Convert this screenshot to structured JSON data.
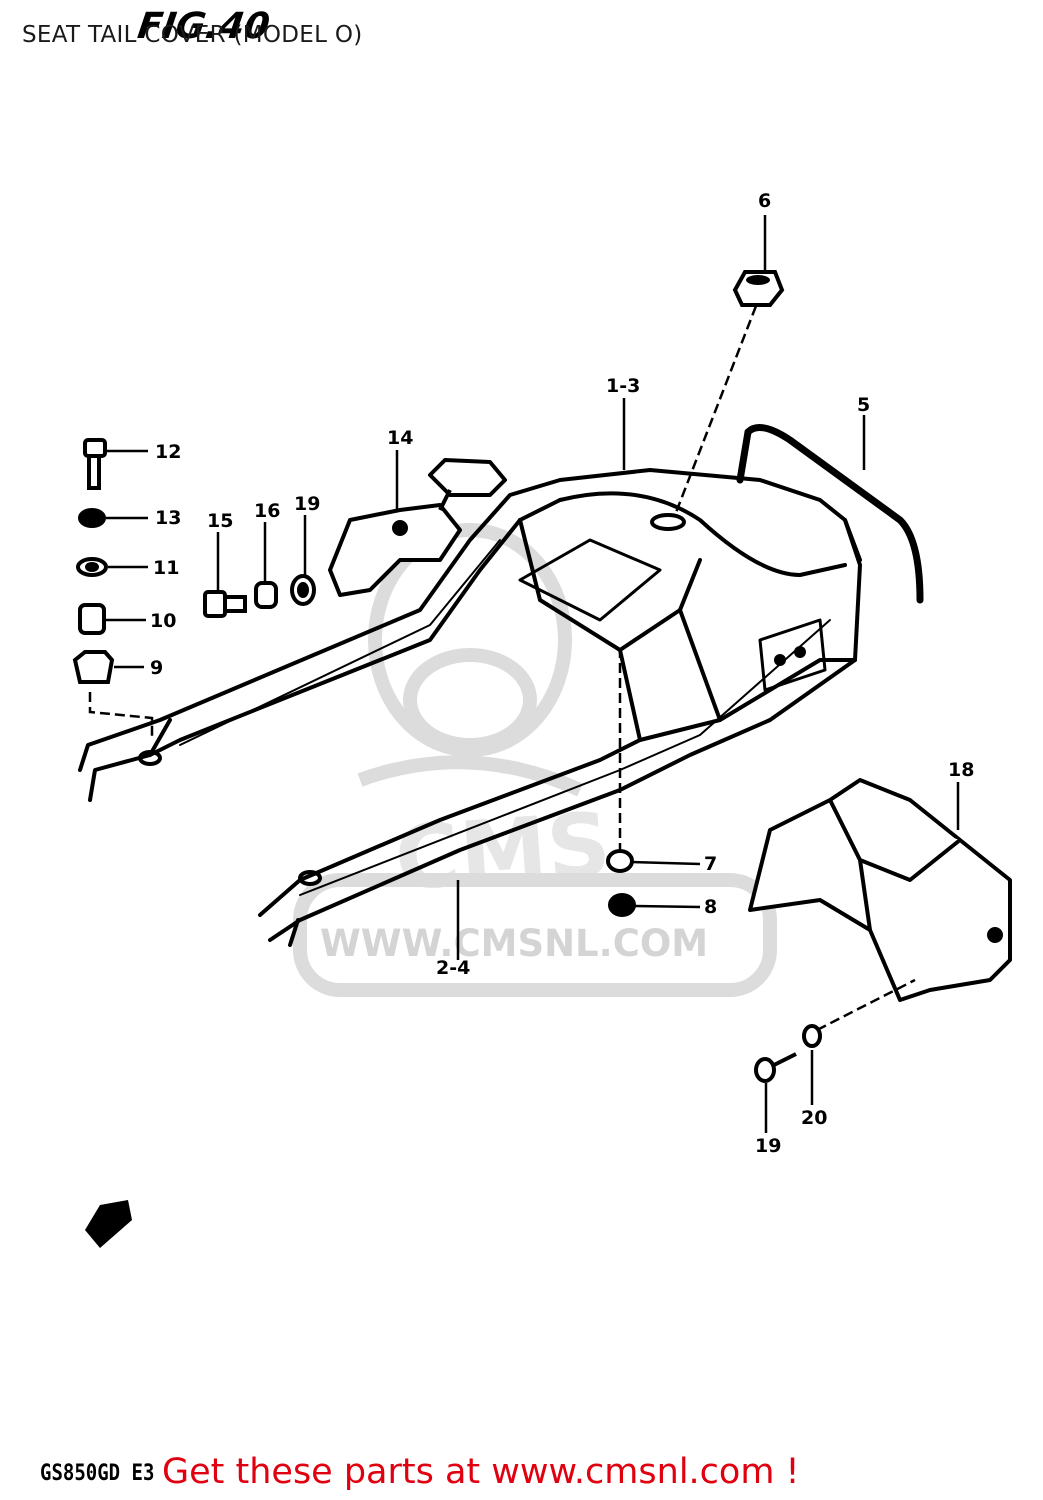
{
  "header": {
    "title": "SEAT TAIL COVER (MODEL O)",
    "figure_label": "FIG.40"
  },
  "watermark": {
    "brand": "CMS",
    "url": "WWW.CMSNL.COM"
  },
  "footer": {
    "model_code": "GS850GD E3",
    "cta": "Get these parts at www.cmsnl.com !",
    "cta_color": "#e0000f"
  },
  "callouts": {
    "c6": "6",
    "c13_top": "1-3",
    "c5": "5",
    "c12": "12",
    "c14": "14",
    "c13": "13",
    "c15": "15",
    "c16": "16",
    "c19a": "19",
    "c11": "11",
    "c10": "10",
    "c9": "9",
    "c18": "18",
    "c7": "7",
    "c8": "8",
    "c24": "2-4",
    "c20": "20",
    "c19b": "19"
  }
}
